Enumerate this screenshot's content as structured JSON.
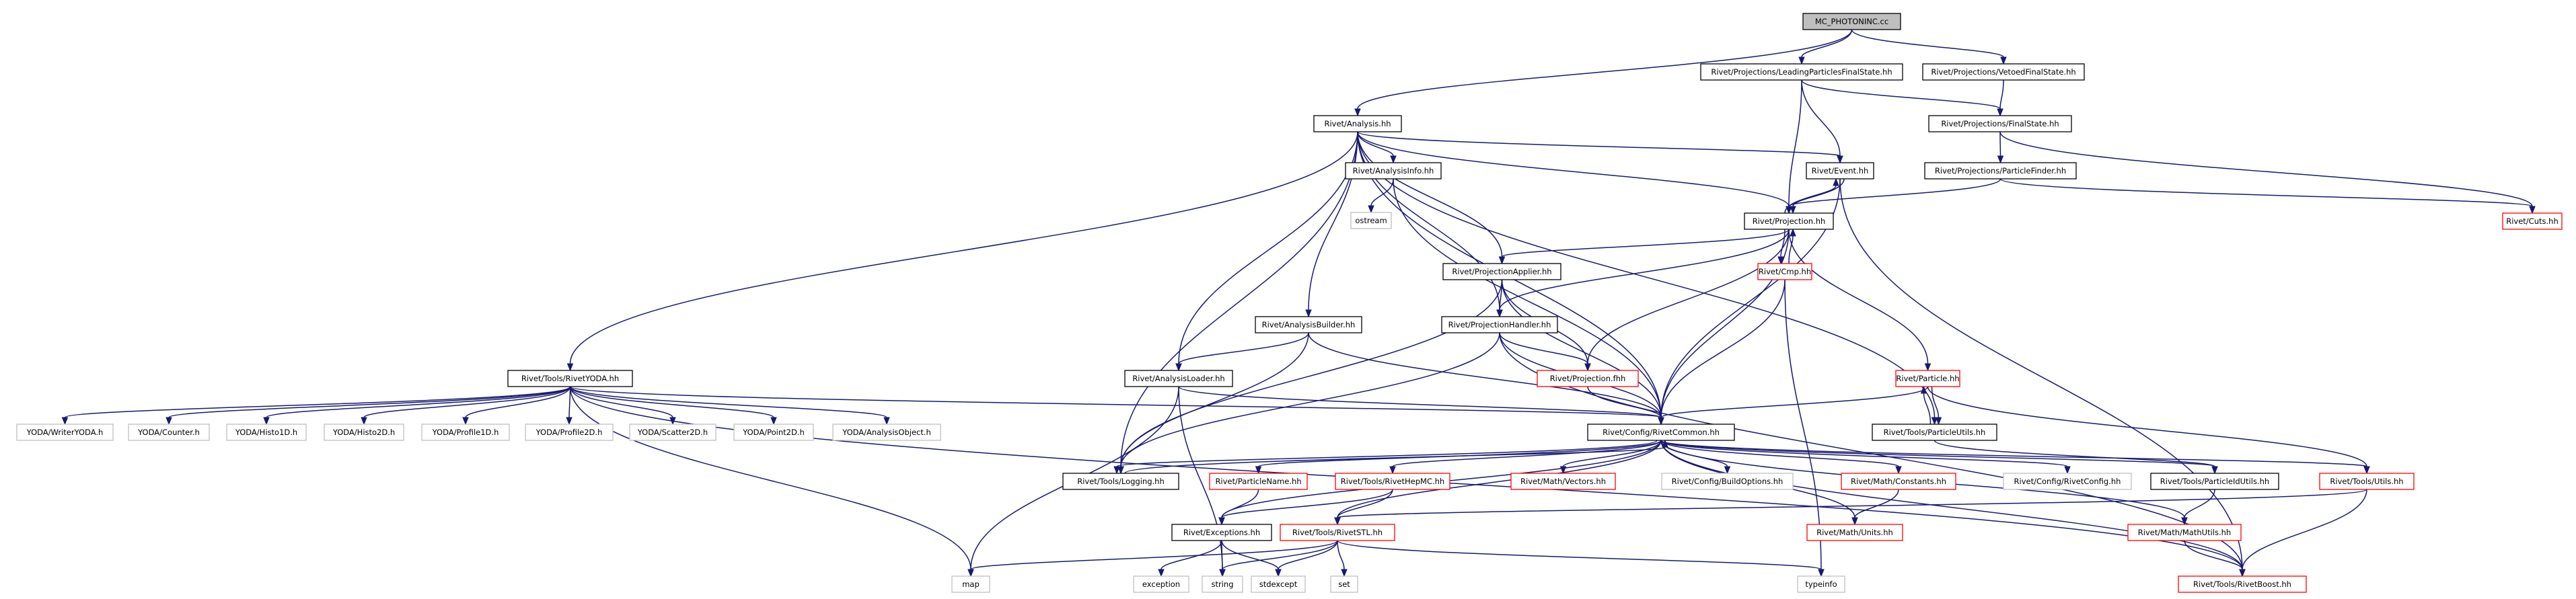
{
  "colors": {
    "edge": "#191970",
    "normal_border": "#000000",
    "root_fill": "#bfbfbf",
    "truncated_border": "#ff0000",
    "external_border": "#bfbfbf",
    "fill": "#ffffff"
  },
  "nodes": [
    {
      "id": "mc_photoninc",
      "label": "MC_PHOTONINC.cc",
      "kind": "root"
    },
    {
      "id": "lpfs",
      "label": "Rivet/Projections/LeadingParticlesFinalState.hh",
      "kind": "normal"
    },
    {
      "id": "vfs",
      "label": "Rivet/Projections/VetoedFinalState.hh",
      "kind": "normal"
    },
    {
      "id": "analysis",
      "label": "Rivet/Analysis.hh",
      "kind": "normal"
    },
    {
      "id": "finalstate",
      "label": "Rivet/Projections/FinalState.hh",
      "kind": "normal"
    },
    {
      "id": "event",
      "label": "Rivet/Event.hh",
      "kind": "normal"
    },
    {
      "id": "analysisinfo",
      "label": "Rivet/AnalysisInfo.hh",
      "kind": "normal"
    },
    {
      "id": "particlefinder",
      "label": "Rivet/Projections/ParticleFinder.hh",
      "kind": "normal"
    },
    {
      "id": "ostream",
      "label": "ostream",
      "kind": "external"
    },
    {
      "id": "projection",
      "label": "Rivet/Projection.hh",
      "kind": "normal"
    },
    {
      "id": "cuts",
      "label": "Rivet/Cuts.hh",
      "kind": "truncated"
    },
    {
      "id": "projapplier",
      "label": "Rivet/ProjectionApplier.hh",
      "kind": "normal"
    },
    {
      "id": "cmp",
      "label": "Rivet/Cmp.hh",
      "kind": "truncated"
    },
    {
      "id": "analysisbuilder",
      "label": "Rivet/AnalysisBuilder.hh",
      "kind": "normal"
    },
    {
      "id": "projhandler",
      "label": "Rivet/ProjectionHandler.hh",
      "kind": "normal"
    },
    {
      "id": "rivetyoda",
      "label": "Rivet/Tools/RivetYODA.hh",
      "kind": "normal"
    },
    {
      "id": "analysisloader",
      "label": "Rivet/AnalysisLoader.hh",
      "kind": "normal"
    },
    {
      "id": "projectionfhh",
      "label": "Rivet/Projection.fhh",
      "kind": "truncated"
    },
    {
      "id": "particle",
      "label": "Rivet/Particle.hh",
      "kind": "truncated"
    },
    {
      "id": "writeryoda",
      "label": "YODA/WriterYODA.h",
      "kind": "external"
    },
    {
      "id": "counter",
      "label": "YODA/Counter.h",
      "kind": "external"
    },
    {
      "id": "histo1d",
      "label": "YODA/Histo1D.h",
      "kind": "external"
    },
    {
      "id": "histo2d",
      "label": "YODA/Histo2D.h",
      "kind": "external"
    },
    {
      "id": "profile1d",
      "label": "YODA/Profile1D.h",
      "kind": "external"
    },
    {
      "id": "profile2d",
      "label": "YODA/Profile2D.h",
      "kind": "external"
    },
    {
      "id": "scatter2d",
      "label": "YODA/Scatter2D.h",
      "kind": "external"
    },
    {
      "id": "point2d",
      "label": "YODA/Point2D.h",
      "kind": "external"
    },
    {
      "id": "analysisobject",
      "label": "YODA/AnalysisObject.h",
      "kind": "external"
    },
    {
      "id": "rivetcommon",
      "label": "Rivet/Config/RivetCommon.hh",
      "kind": "normal"
    },
    {
      "id": "particleutils",
      "label": "Rivet/Tools/ParticleUtils.hh",
      "kind": "normal"
    },
    {
      "id": "logging",
      "label": "Rivet/Tools/Logging.hh",
      "kind": "normal"
    },
    {
      "id": "particlename",
      "label": "Rivet/ParticleName.hh",
      "kind": "truncated"
    },
    {
      "id": "rivethepmc",
      "label": "Rivet/Tools/RivetHepMC.hh",
      "kind": "truncated"
    },
    {
      "id": "vectors",
      "label": "Rivet/Math/Vectors.hh",
      "kind": "truncated"
    },
    {
      "id": "buildoptions",
      "label": "Rivet/Config/BuildOptions.hh",
      "kind": "external"
    },
    {
      "id": "constants",
      "label": "Rivet/Math/Constants.hh",
      "kind": "truncated"
    },
    {
      "id": "rivetconfig",
      "label": "Rivet/Config/RivetConfig.hh",
      "kind": "external"
    },
    {
      "id": "particleidutils",
      "label": "Rivet/Tools/ParticleIdUtils.hh",
      "kind": "normal"
    },
    {
      "id": "utils",
      "label": "Rivet/Tools/Utils.hh",
      "kind": "truncated"
    },
    {
      "id": "exceptions",
      "label": "Rivet/Exceptions.hh",
      "kind": "normal"
    },
    {
      "id": "rivetstl",
      "label": "Rivet/Tools/RivetSTL.hh",
      "kind": "truncated"
    },
    {
      "id": "units",
      "label": "Rivet/Math/Units.hh",
      "kind": "truncated"
    },
    {
      "id": "mathutils",
      "label": "Rivet/Math/MathUtils.hh",
      "kind": "truncated"
    },
    {
      "id": "map",
      "label": "map",
      "kind": "external"
    },
    {
      "id": "exception",
      "label": "exception",
      "kind": "external"
    },
    {
      "id": "string",
      "label": "string",
      "kind": "external"
    },
    {
      "id": "stdexcept",
      "label": "stdexcept",
      "kind": "external"
    },
    {
      "id": "set",
      "label": "set",
      "kind": "external"
    },
    {
      "id": "typeinfo",
      "label": "typeinfo",
      "kind": "external"
    },
    {
      "id": "rivetboost",
      "label": "Rivet/Tools/RivetBoost.hh",
      "kind": "truncated"
    }
  ],
  "edges": [
    [
      "mc_photoninc",
      "analysis"
    ],
    [
      "mc_photoninc",
      "lpfs"
    ],
    [
      "mc_photoninc",
      "vfs"
    ],
    [
      "lpfs",
      "finalstate"
    ],
    [
      "lpfs",
      "event"
    ],
    [
      "lpfs",
      "projection"
    ],
    [
      "vfs",
      "finalstate"
    ],
    [
      "finalstate",
      "particlefinder"
    ],
    [
      "finalstate",
      "cuts"
    ],
    [
      "particlefinder",
      "projection"
    ],
    [
      "particlefinder",
      "cuts"
    ],
    [
      "analysis",
      "analysisinfo"
    ],
    [
      "analysis",
      "event"
    ],
    [
      "analysis",
      "projection"
    ],
    [
      "analysis",
      "projapplier"
    ],
    [
      "analysis",
      "projhandler"
    ],
    [
      "analysis",
      "analysisbuilder"
    ],
    [
      "analysis",
      "analysisloader"
    ],
    [
      "analysis",
      "rivetyoda"
    ],
    [
      "analysis",
      "logging"
    ],
    [
      "analysis",
      "rivetcommon"
    ],
    [
      "analysis",
      "particleutils"
    ],
    [
      "analysisinfo",
      "ostream"
    ],
    [
      "analysisinfo",
      "rivetcommon"
    ],
    [
      "event",
      "projection"
    ],
    [
      "event",
      "rivetcommon"
    ],
    [
      "event",
      "rivetboost"
    ],
    [
      "projection",
      "event"
    ],
    [
      "projection",
      "cmp"
    ],
    [
      "projection",
      "projapplier"
    ],
    [
      "projection",
      "projhandler"
    ],
    [
      "projection",
      "projectionfhh"
    ],
    [
      "projection",
      "particle"
    ],
    [
      "projection",
      "rivetcommon"
    ],
    [
      "cmp",
      "projection"
    ],
    [
      "cmp",
      "rivetcommon"
    ],
    [
      "cmp",
      "typeinfo"
    ],
    [
      "projapplier",
      "projhandler"
    ],
    [
      "projapplier",
      "projectionfhh"
    ],
    [
      "projapplier",
      "logging"
    ],
    [
      "projapplier",
      "rivetcommon"
    ],
    [
      "projhandler",
      "projectionfhh"
    ],
    [
      "projhandler",
      "logging"
    ],
    [
      "projhandler",
      "rivetcommon"
    ],
    [
      "projhandler",
      "rivetboost"
    ],
    [
      "analysisbuilder",
      "analysisloader"
    ],
    [
      "analysisbuilder",
      "logging"
    ],
    [
      "analysisbuilder",
      "rivetcommon"
    ],
    [
      "analysisloader",
      "map"
    ],
    [
      "analysisloader",
      "string"
    ],
    [
      "analysisloader",
      "rivetcommon"
    ],
    [
      "projectionfhh",
      "rivetcommon"
    ],
    [
      "particle",
      "rivetcommon"
    ],
    [
      "particle",
      "particleutils"
    ],
    [
      "particle",
      "utils"
    ],
    [
      "particleutils",
      "particle"
    ],
    [
      "particleutils",
      "particleidutils"
    ],
    [
      "rivetyoda",
      "writeryoda"
    ],
    [
      "rivetyoda",
      "counter"
    ],
    [
      "rivetyoda",
      "histo1d"
    ],
    [
      "rivetyoda",
      "histo2d"
    ],
    [
      "rivetyoda",
      "profile1d"
    ],
    [
      "rivetyoda",
      "profile2d"
    ],
    [
      "rivetyoda",
      "scatter2d"
    ],
    [
      "rivetyoda",
      "point2d"
    ],
    [
      "rivetyoda",
      "analysisobject"
    ],
    [
      "rivetyoda",
      "rivetcommon"
    ],
    [
      "rivetyoda",
      "map"
    ],
    [
      "rivetyoda",
      "rivetboost"
    ],
    [
      "rivetcommon",
      "logging"
    ],
    [
      "rivetcommon",
      "exceptions"
    ],
    [
      "rivetcommon",
      "particlename"
    ],
    [
      "rivetcommon",
      "rivethepmc"
    ],
    [
      "rivetcommon",
      "vectors"
    ],
    [
      "rivetcommon",
      "buildoptions"
    ],
    [
      "rivetcommon",
      "constants"
    ],
    [
      "rivetcommon",
      "rivetconfig"
    ],
    [
      "rivetcommon",
      "particleidutils"
    ],
    [
      "rivetcommon",
      "utils"
    ],
    [
      "rivetcommon",
      "rivetstl"
    ],
    [
      "rivetcommon",
      "units"
    ],
    [
      "rivetcommon",
      "mathutils"
    ],
    [
      "rivetcommon",
      "rivetboost"
    ],
    [
      "logging",
      "rivetcommon"
    ],
    [
      "particlename",
      "exceptions"
    ],
    [
      "rivethepmc",
      "exceptions"
    ],
    [
      "rivethepmc",
      "rivetstl"
    ],
    [
      "exceptions",
      "exception"
    ],
    [
      "exceptions",
      "string"
    ],
    [
      "exceptions",
      "stdexcept"
    ],
    [
      "rivetstl",
      "map"
    ],
    [
      "rivetstl",
      "string"
    ],
    [
      "rivetstl",
      "stdexcept"
    ],
    [
      "rivetstl",
      "set"
    ],
    [
      "rivetstl",
      "typeinfo"
    ],
    [
      "constants",
      "units"
    ],
    [
      "particleidutils",
      "mathutils"
    ],
    [
      "utils",
      "rivetstl"
    ],
    [
      "utils",
      "rivetboost"
    ],
    [
      "mathutils",
      "rivetboost"
    ]
  ]
}
